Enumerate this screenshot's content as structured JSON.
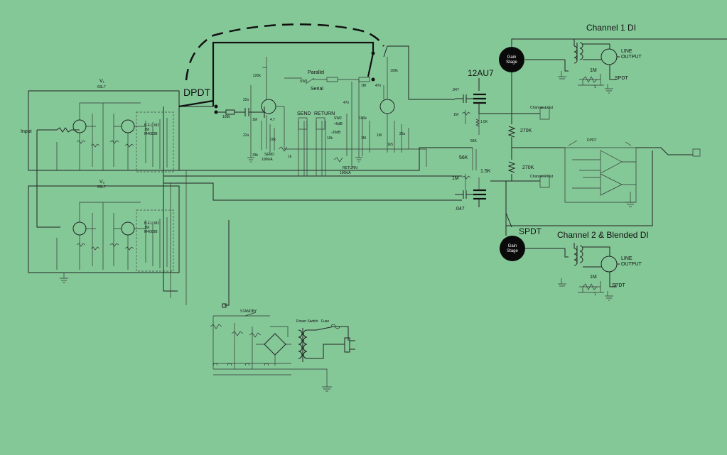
{
  "labels": {
    "dpdt_left": "DPDT",
    "tube_top": "12AU7",
    "channel1_di": "Channel 1 DI",
    "channel2_di": "Channel 2 & Blended DI",
    "spdt_mid": "SPDT",
    "dpdt_small": "DPDT",
    "input": "Input",
    "channel1_out": "Channel 1 Out",
    "channel2_out": "Channel 2 Out",
    "gain_stage": [
      "Gain",
      "Stage"
    ],
    "line_output": [
      "LINE",
      "OUTPUT"
    ],
    "spdt_small": "SPDT",
    "r_1m": "1M",
    "r_1": "1",
    "r_270k": "270K",
    "r_1_5k": "1.5K",
    "r_56k": "56K",
    "c_047": ".047",
    "v1": "V₁",
    "v1_tube": "6SL7",
    "v2": "V₂",
    "v2_tube": "6SL7",
    "parallel": "Parallel",
    "serial": "Serial",
    "sw1": "SW1",
    "sw2": "SW2",
    "send": "SEND",
    "return": "RETURN",
    "send_pot": [
      "SEND",
      "100k/A"
    ],
    "return_pot": [
      "RETURN",
      "100k/A"
    ],
    "db_plus": "+6dB",
    "db_minus": "-20dB",
    "fx_values": [
      "22n",
      "220k",
      "100k",
      "1M",
      "4.7",
      "10k",
      "22u",
      "33k",
      "1k",
      "47n",
      "100k",
      "1M",
      "1M",
      "47n",
      "1M",
      "22u",
      "100k",
      "10k",
      "1k5"
    ],
    "power_switch": "Power Switch",
    "fuse": "Fuse",
    "standby": "STANDBY",
    "tone_box": [
      "B.F.L. M2",
      "1M",
      "M4000B"
    ]
  },
  "colors": {
    "background": "#85c898",
    "ink": "#111111",
    "gain_stage_fill": "#0a0a0a",
    "gain_stage_text": "#ffffff"
  }
}
